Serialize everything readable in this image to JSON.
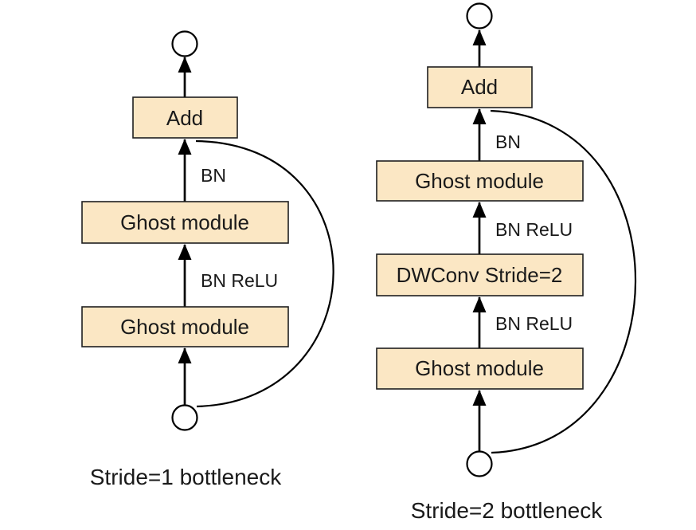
{
  "figure": {
    "left": {
      "caption": "Stride=1 bottleneck",
      "nodes": {
        "add": "Add",
        "ghost_top": "Ghost module",
        "ghost_bottom": "Ghost module"
      },
      "edges": {
        "bn": "BN",
        "bn_relu": "BN ReLU"
      }
    },
    "right": {
      "caption": "Stride=2 bottleneck",
      "nodes": {
        "add": "Add",
        "ghost_top": "Ghost module",
        "dwconv": "DWConv Stride=2",
        "ghost_bottom": "Ghost module"
      },
      "edges": {
        "bn": "BN",
        "bn_relu_top": "BN ReLU",
        "bn_relu_bottom": "BN ReLU"
      }
    }
  },
  "colors": {
    "node_fill": "#FBE7C4",
    "node_border": "#1F1F1F",
    "line": "#000000",
    "text": "#1A1A1A",
    "background": "#FFFFFF"
  }
}
